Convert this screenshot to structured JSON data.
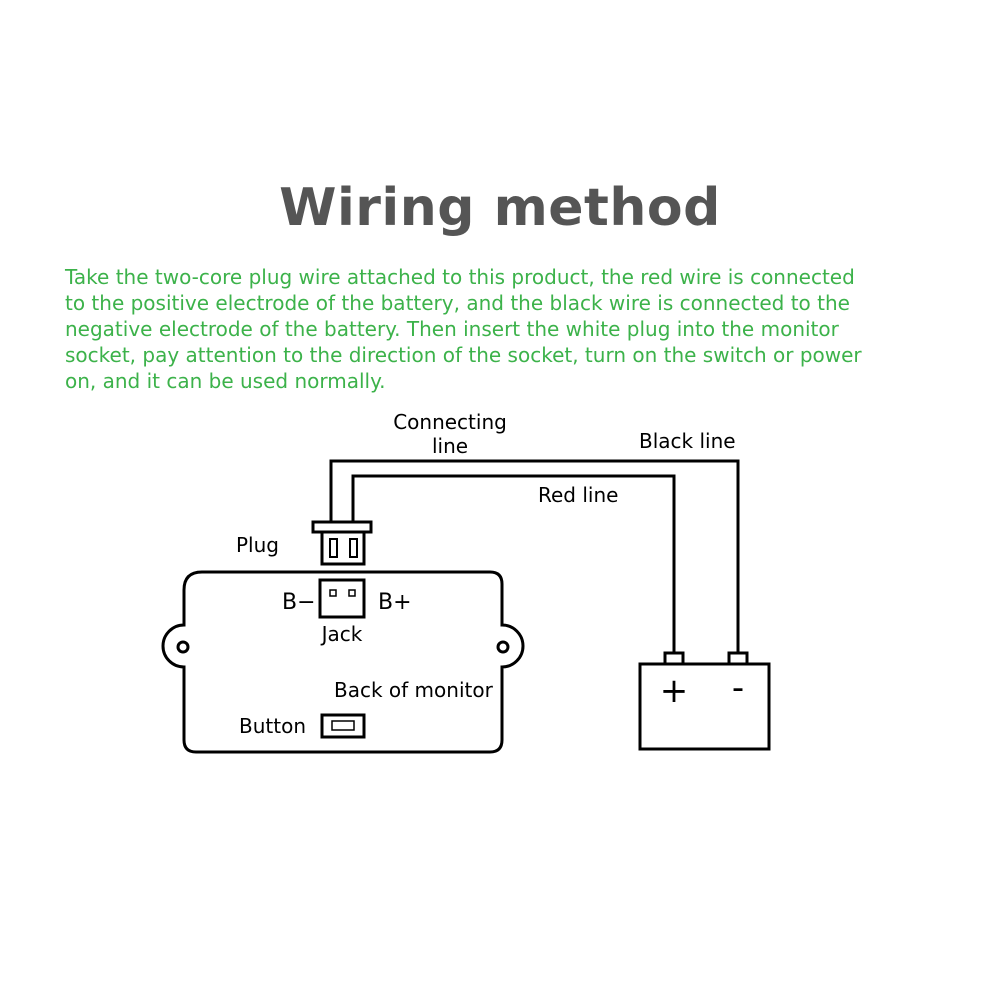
{
  "title": "Wiring method",
  "description": "    Take the two-core plug wire attached to this product, the red wire is connected\nto the positive electrode of the battery, and the black wire is connected to the\nnegative electrode of the battery. Then insert the white plug into the monitor\nsocket, pay attention to the direction of the socket, turn on the switch or power\non, and it can be used normally.",
  "colors": {
    "title": "#555555",
    "description": "#3cb24a",
    "lines": "#000000"
  },
  "diagram": {
    "connecting_line_1": "Connecting",
    "connecting_line_2": "line",
    "black_line": "Black line",
    "red_line": "Red line",
    "plug": "Plug",
    "b_minus": "B−",
    "b_plus": "B+",
    "jack": "Jack",
    "back_of_monitor": "Back of monitor",
    "button": "Button",
    "battery_plus": "+",
    "battery_minus": "-"
  }
}
